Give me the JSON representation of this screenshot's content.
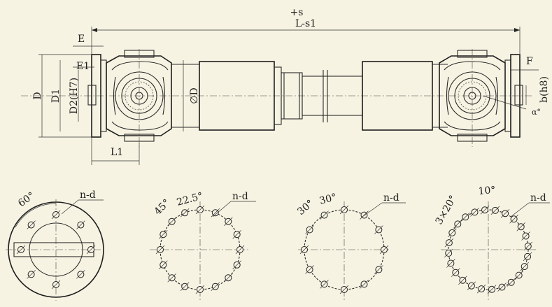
{
  "labels": {
    "plus_s": "+s",
    "l_minus_s1": "L-s1",
    "e": "E",
    "e1": "E1",
    "d": "D",
    "d1": "D1",
    "d2_h7": "D2(H7)",
    "d_shaft": "∅D",
    "l1": "L1",
    "f": "F",
    "b_h8": "b(h8)",
    "alpha": "α°"
  },
  "flange_patterns": [
    {
      "id": "p1",
      "angle_label": "60°",
      "nd_label": "n-d",
      "holes": 8
    },
    {
      "id": "p2",
      "angle_label_a": "45°",
      "angle_label_b": "22.5°",
      "nd_label": "n-d",
      "holes": 16
    },
    {
      "id": "p3",
      "angle_label_a": "30°",
      "angle_label_b": "30°",
      "nd_label": "n-d",
      "holes": 12
    },
    {
      "id": "p4",
      "angle_label_a": "3×20°",
      "angle_label_b": "10°",
      "nd_label": "n-d",
      "holes": 24
    }
  ]
}
